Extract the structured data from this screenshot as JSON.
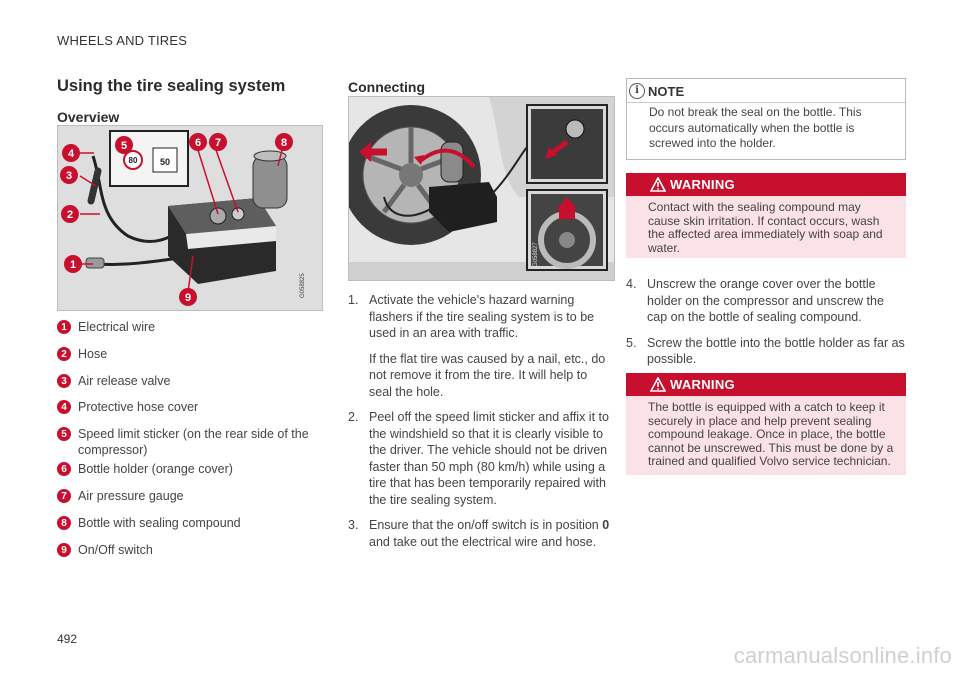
{
  "header": {
    "section": "WHEELS AND TIRES"
  },
  "title": "Using the tire sealing system",
  "overview": {
    "heading": "Overview",
    "image_code": "G058825",
    "legend": [
      {
        "num": "1",
        "text": "Electrical wire"
      },
      {
        "num": "2",
        "text": "Hose"
      },
      {
        "num": "3",
        "text": "Air release valve"
      },
      {
        "num": "4",
        "text": "Protective hose cover"
      },
      {
        "num": "5",
        "text": "Speed limit sticker (on the rear side of the compressor)"
      },
      {
        "num": "6",
        "text": "Bottle holder (orange cover)"
      },
      {
        "num": "7",
        "text": "Air pressure gauge"
      },
      {
        "num": "8",
        "text": "Bottle with sealing compound"
      },
      {
        "num": "9",
        "text": "On/Off switch"
      }
    ],
    "sticker_values": [
      "80",
      "50"
    ]
  },
  "connecting": {
    "heading": "Connecting",
    "image_code": "G058827",
    "steps": [
      {
        "num": "1.",
        "paras": [
          "Activate the vehicle's hazard warning flashers if the tire sealing system is to be used in an area with traffic.",
          "If the flat tire was caused by a nail, etc., do not remove it from the tire. It will help to seal the hole."
        ]
      },
      {
        "num": "2.",
        "paras": [
          "Peel off the speed limit sticker and affix it to the windshield so that it is clearly visible to the driver. The vehicle should not be driven faster than 50 mph (80 km/h) while using a tire that has been temporarily repaired with the tire sealing system."
        ]
      },
      {
        "num": "3.",
        "text_before": "Ensure that the on/off switch is in position ",
        "bold": "0",
        "text_after": " and take out the electrical wire and hose."
      }
    ]
  },
  "note": {
    "label": "NOTE",
    "text": "Do not break the seal on the bottle. This occurs automatically when the bottle is screwed into the holder."
  },
  "warning1": {
    "label": "WARNING",
    "text": "Contact with the sealing compound may cause skin irritation. If contact occurs, wash the affected area immediately with soap and water."
  },
  "steps_continued": [
    {
      "num": "4.",
      "text": "Unscrew the orange cover over the bottle holder on the compressor and unscrew the cap on the bottle of sealing compound."
    },
    {
      "num": "5.",
      "text": "Screw the bottle into the bottle holder as far as possible."
    }
  ],
  "warning2": {
    "label": "WARNING",
    "text": "The bottle is equipped with a catch to keep it securely in place and help prevent sealing compound leakage. Once in place, the bottle cannot be unscrewed. This must be done by a trained and qualified Volvo service technician."
  },
  "page_number": "492",
  "watermark": "carmanualsonline.info",
  "colors": {
    "accent_red": "#c8102e",
    "warning_bg": "#fbe2e6"
  }
}
